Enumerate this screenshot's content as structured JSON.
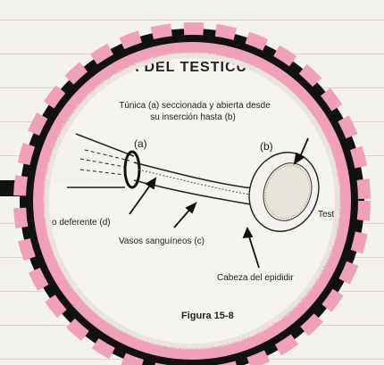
{
  "diagram": {
    "title": "ADA DEL TESTICU",
    "subtitle_line1": "Túnica (a) seccionada y abierta desde",
    "subtitle_line2": "su inserción hasta (b)",
    "label_a": "(a)",
    "label_b": "(b)",
    "label_vas_deferens": "o deferente (d)",
    "label_vessels": "Vasos sanguíneos (c)",
    "label_epididymis": "Cabeza del epididir",
    "label_testis": "Testi",
    "figure_caption": "Figura 15-8"
  },
  "colors": {
    "background": "#f4f2ef",
    "frame_pink": "#f0a0b8",
    "dash_black": "#111111",
    "paper": "#f5f4f1"
  }
}
